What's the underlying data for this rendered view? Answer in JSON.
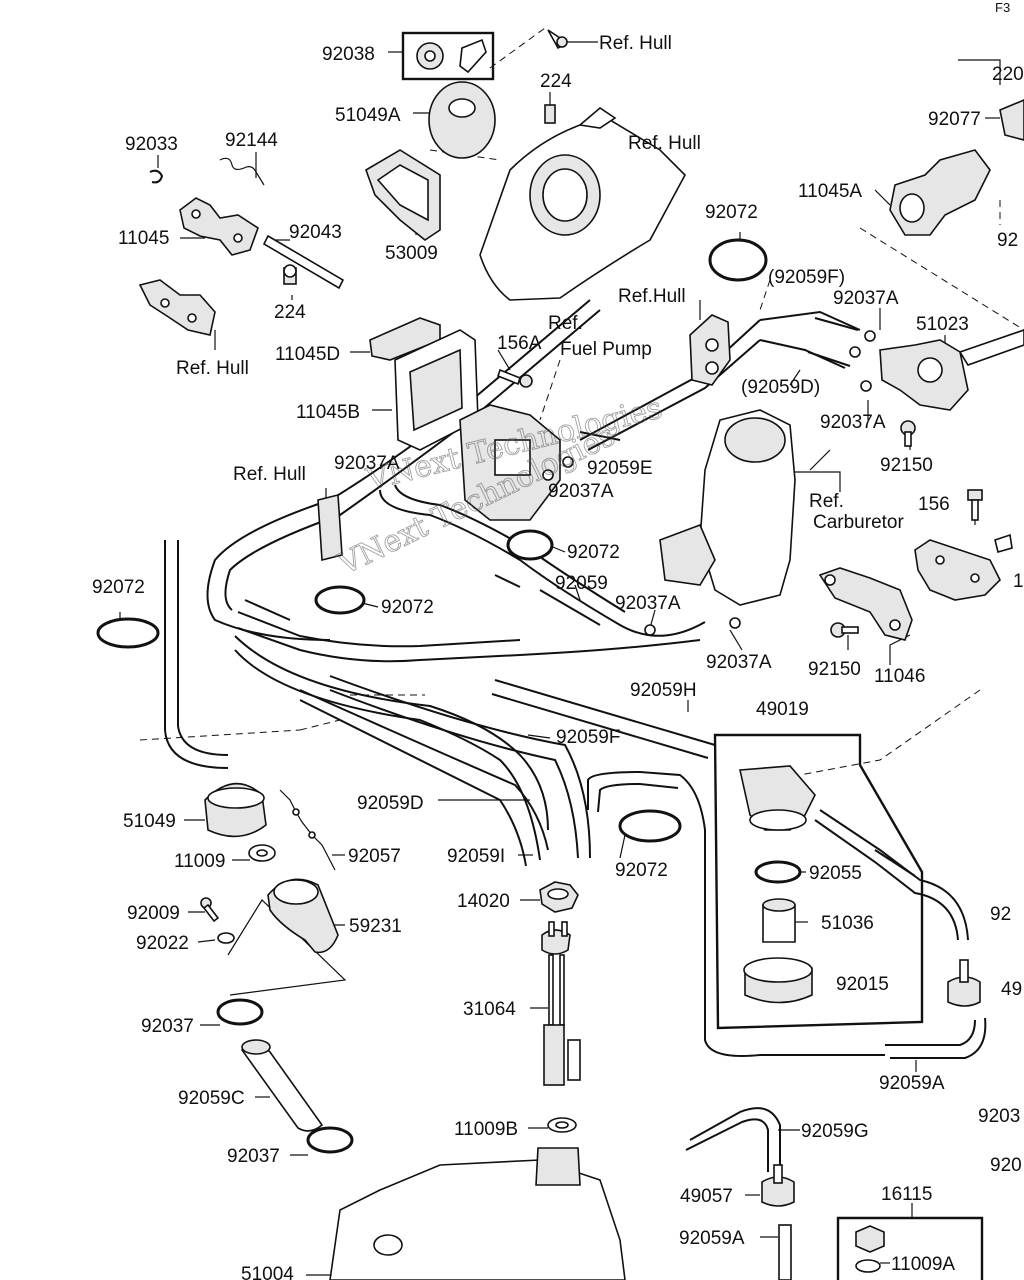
{
  "page_code": "F3",
  "watermark": {
    "line1": "VNext Technologies",
    "line2": "VNext Technologies"
  },
  "labels": {
    "p92038": "92038",
    "ref_hull_top": "Ref. Hull",
    "p224_top": "224",
    "p51049A": "51049A",
    "ref_hull_2": "Ref. Hull",
    "p92033": "92033",
    "p92144": "92144",
    "p11045": "11045",
    "p92043": "92043",
    "p224_mid": "224",
    "p53009": "53009",
    "ref_hull_3": "Ref. Hull",
    "p220": "220",
    "p92077": "92077",
    "p11045A": "11045A",
    "p92_right": "92",
    "p92072_a": "92072",
    "p92059F_paren": "(92059F)",
    "ref_hull_4": "Ref.Hull",
    "p92037A_a": "92037A",
    "p51023": "51023",
    "ref_fuel_pump_1": "Ref.",
    "ref_fuel_pump_2": "Fuel Pump",
    "p11045D": "11045D",
    "p156A": "156A",
    "p92059D_paren": "(92059D)",
    "p92037A_b": "92037A",
    "p11045B": "11045B",
    "p92150_a": "92150",
    "p92037A_c": "92037A",
    "p92059E": "92059E",
    "p92037A_d": "92037A",
    "ref_hull_5": "Ref. Hull",
    "ref_carb_1": "Ref.",
    "ref_carb_2": "Carburetor",
    "p156": "156",
    "p92072_b": "92072",
    "p92072_c": "92072",
    "p92059": "92059",
    "p92037A_e": "92037A",
    "p92072_d": "92072",
    "p1_right": "1",
    "p92037A_f": "92037A",
    "p92150_b": "92150",
    "p11046": "11046",
    "p92059H": "92059H",
    "p49019": "49019",
    "p92059F": "92059F",
    "p51049": "51049",
    "p92059D": "92059D",
    "p11009": "11009",
    "p92057": "92057",
    "p92059I": "92059I",
    "p92072_e": "92072",
    "p92055": "92055",
    "p92_right2": "92",
    "p14020": "14020",
    "p92009": "92009",
    "p51036": "51036",
    "p59231": "59231",
    "p92022": "92022",
    "p92015": "92015",
    "p49_right": "49",
    "p31064": "31064",
    "p92037_a": "92037",
    "p92059A_a": "92059A",
    "p92059C": "92059C",
    "p9203_right": "9203",
    "p11009B": "11009B",
    "p92059G": "92059G",
    "p92037_b": "92037",
    "p920_right": "920",
    "p49057": "49057",
    "p16115": "16115",
    "p92059A_b": "92059A",
    "p11009A": "11009A",
    "p51004": "51004"
  }
}
